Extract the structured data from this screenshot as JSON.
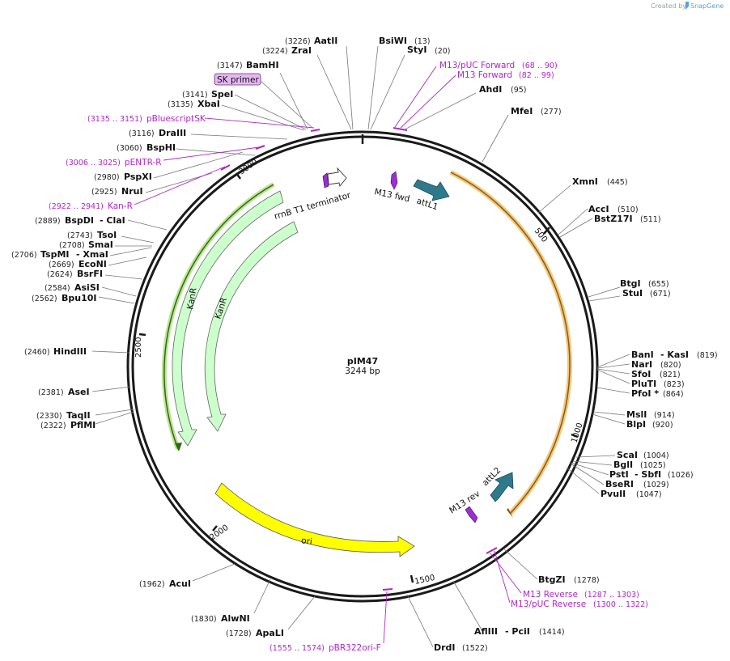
{
  "credit": {
    "text": "Created by",
    "brand": "SnapGene"
  },
  "plasmid": {
    "name": "pIM47",
    "length": "3244 bp"
  },
  "tick_labels": [
    "500",
    "1000",
    "1500",
    "2000",
    "2500",
    "3000"
  ],
  "features": {
    "rrnB": "rrnB T1 terminator",
    "m13fwd": "M13 fwd",
    "attL1": "attL1",
    "kanr1": "KanR",
    "kanr2": "KanR",
    "ori": "ori",
    "m13rev": "M13 rev",
    "attL2": "attL2"
  },
  "sk_primer": "SK primer",
  "enzymes_right": [
    {
      "pos": "(13)",
      "name": "BsiWI"
    },
    {
      "pos": "(20)",
      "name": "StyI"
    },
    {
      "pos": "(95)",
      "name": "AhdI"
    },
    {
      "pos": "(277)",
      "name": "MfeI"
    },
    {
      "pos": "(445)",
      "name": "XmnI"
    },
    {
      "pos": "(510)",
      "name": "AccI"
    },
    {
      "pos": "(511)",
      "name": "BstZ17I"
    },
    {
      "pos": "(655)",
      "name": "BtgI"
    },
    {
      "pos": "(671)",
      "name": "StuI"
    },
    {
      "pos": "(819)",
      "name": "BanI",
      "name2": "- KasI"
    },
    {
      "pos": "(820)",
      "name": "NarI"
    },
    {
      "pos": "(821)",
      "name": "SfoI"
    },
    {
      "pos": "(823)",
      "name": "PluTI"
    },
    {
      "pos": "(864)",
      "name": "PfoI *"
    },
    {
      "pos": "(914)",
      "name": "MslI"
    },
    {
      "pos": "(920)",
      "name": "BlpI"
    },
    {
      "pos": "(1004)",
      "name": "ScaI"
    },
    {
      "pos": "(1025)",
      "name": "BglI"
    },
    {
      "pos": "(1026)",
      "name": "PstI",
      "name2": "- SbfI"
    },
    {
      "pos": "(1029)",
      "name": "BseRI"
    },
    {
      "pos": "(1047)",
      "name": "PvuII"
    },
    {
      "pos": "(1278)",
      "name": "BtgZI"
    },
    {
      "pos": "(1414)",
      "name": "AflIII",
      "name2": "- PciI"
    },
    {
      "pos": "(1522)",
      "name": "DrdI"
    }
  ],
  "enzymes_left": [
    {
      "pos": "(3226)",
      "name": "AatII"
    },
    {
      "pos": "(3224)",
      "name": "ZraI"
    },
    {
      "pos": "(3147)",
      "name": "BamHI"
    },
    {
      "pos": "(3141)",
      "name": "SpeI"
    },
    {
      "pos": "(3135)",
      "name": "XbaI"
    },
    {
      "pos": "(3116)",
      "name": "DraIII"
    },
    {
      "pos": "(3060)",
      "name": "BspHI"
    },
    {
      "pos": "(2980)",
      "name": "PspXI"
    },
    {
      "pos": "(2925)",
      "name": "NruI"
    },
    {
      "pos": "(2889)",
      "name": "BspDI",
      "name2": "- ClaI"
    },
    {
      "pos": "(2743)",
      "name": "TsoI"
    },
    {
      "pos": "(2708)",
      "name": "SmaI"
    },
    {
      "pos": "(2706)",
      "name": "TspMI",
      "name2": "- XmaI"
    },
    {
      "pos": "(2669)",
      "name": "EcoNI"
    },
    {
      "pos": "(2624)",
      "name": "BsrFI"
    },
    {
      "pos": "(2584)",
      "name": "AsiSI"
    },
    {
      "pos": "(2562)",
      "name": "Bpu10I"
    },
    {
      "pos": "(2460)",
      "name": "HindIII"
    },
    {
      "pos": "(2381)",
      "name": "AseI"
    },
    {
      "pos": "(2330)",
      "name": "TaqII"
    },
    {
      "pos": "(2322)",
      "name": "PflMI"
    },
    {
      "pos": "(1962)",
      "name": "AcuI"
    },
    {
      "pos": "(1830)",
      "name": "AlwNI"
    },
    {
      "pos": "(1728)",
      "name": "ApaLI"
    }
  ],
  "primers": [
    {
      "name": "M13/pUC Forward",
      "range": "(68 .. 90)"
    },
    {
      "name": "M13 Forward",
      "range": "(82 .. 99)"
    },
    {
      "name": "pBluescriptSK",
      "range": "(3135 .. 3151)"
    },
    {
      "name": "pENTR-R",
      "range": "(3006 .. 3025)"
    },
    {
      "name": "Kan-R",
      "range": "(2922 .. 2941)"
    },
    {
      "name": "M13 Reverse",
      "range": "(1287 .. 1303)"
    },
    {
      "name": "M13/pUC Reverse",
      "range": "(1300 .. 1322)"
    },
    {
      "name": "pBR322ori-F",
      "range": "(1555 .. 1574)"
    }
  ],
  "colors": {
    "backbone": "#1a1a1a",
    "primer": "#b025c8",
    "kanr": "#ccffcc",
    "ori": "#ffff00",
    "att": "#2e7a8c",
    "orange_arc": "#e8a63a",
    "green_arc": "#5fa82a"
  }
}
